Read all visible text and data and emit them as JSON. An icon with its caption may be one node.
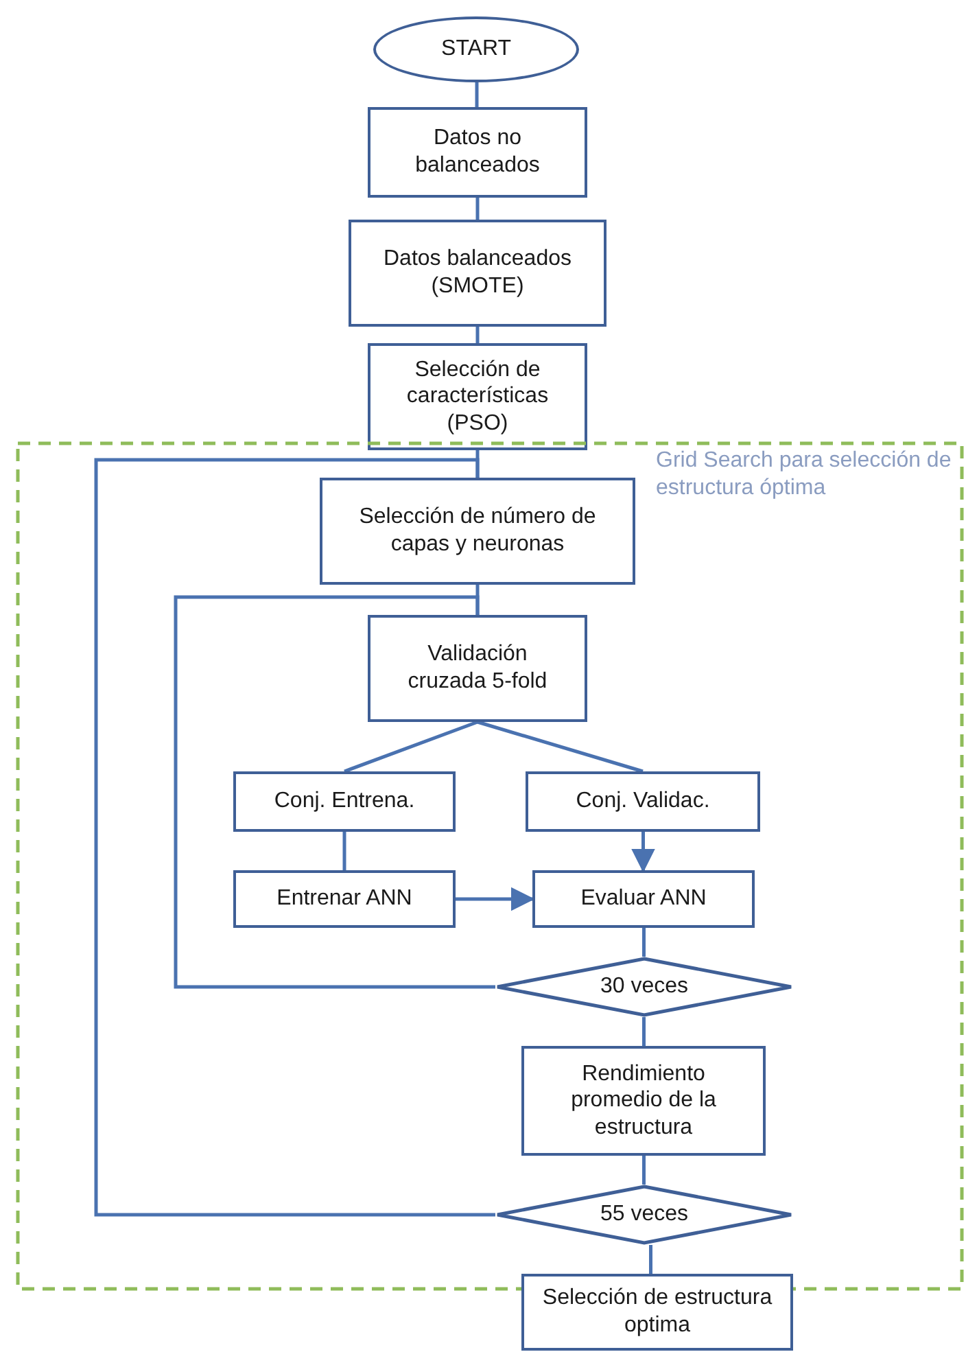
{
  "diagram": {
    "nodes": [
      {
        "text": [
          "START"
        ]
      },
      {
        "text": [
          "Datos no balanceados"
        ]
      },
      {
        "text": [
          "Datos balanceados (SMOTE)"
        ]
      },
      {
        "text": [
          "Selección de características (PSO)"
        ]
      },
      {
        "text": [
          "Grid Search para selección de estructura óptima"
        ]
      },
      {
        "text": [
          "Selección de número de capas y neuronas"
        ],
        "in": 4
      },
      {
        "text": [
          "Validación cruzada 5-fold"
        ],
        "in": 4
      },
      {
        "text": [
          "Conj. Entrena."
        ],
        "in": 4
      },
      {
        "text": [
          "Conj. Validac."
        ],
        "in": 4
      },
      {
        "text": [
          "Entrenar ANN"
        ],
        "in": 4
      },
      {
        "text": [
          "Evaluar ANN"
        ],
        "in": 4
      },
      {
        "text": [
          "30 veces"
        ],
        "in": 4
      },
      {
        "text": [
          "Rendimiento promedio de la estructura"
        ],
        "in": 4
      },
      {
        "text": [
          "55 veces"
        ],
        "in": 4
      },
      {
        "text": [
          "Selección de estructura optima"
        ]
      }
    ],
    "edges": [
      {
        "from": 0,
        "to": 1,
        "arrow": "none"
      },
      {
        "from": 1,
        "to": 2,
        "arrow": "none"
      },
      {
        "from": 2,
        "to": 3,
        "arrow": "none"
      },
      {
        "from": 3,
        "to": 5,
        "arrow": "none"
      },
      {
        "from": 5,
        "to": 6,
        "arrow": "none"
      },
      {
        "from": 6,
        "to": 7,
        "arrow": "none"
      },
      {
        "from": 6,
        "to": 8,
        "arrow": "none"
      },
      {
        "from": 7,
        "to": 9,
        "arrow": "none"
      },
      {
        "from": 8,
        "to": 10,
        "arrow": "to"
      },
      {
        "from": 9,
        "to": 10,
        "arrow": "to"
      },
      {
        "from": 10,
        "to": 11,
        "arrow": "none"
      },
      {
        "from": 11,
        "to": 12,
        "arrow": "none"
      },
      {
        "from": 12,
        "to": 13,
        "arrow": "none"
      },
      {
        "from": 13,
        "to": 14,
        "arrow": "none"
      },
      {
        "from": 11,
        "to": 6,
        "arrow": "none"
      },
      {
        "from": 13,
        "to": 5,
        "arrow": "none"
      }
    ]
  }
}
